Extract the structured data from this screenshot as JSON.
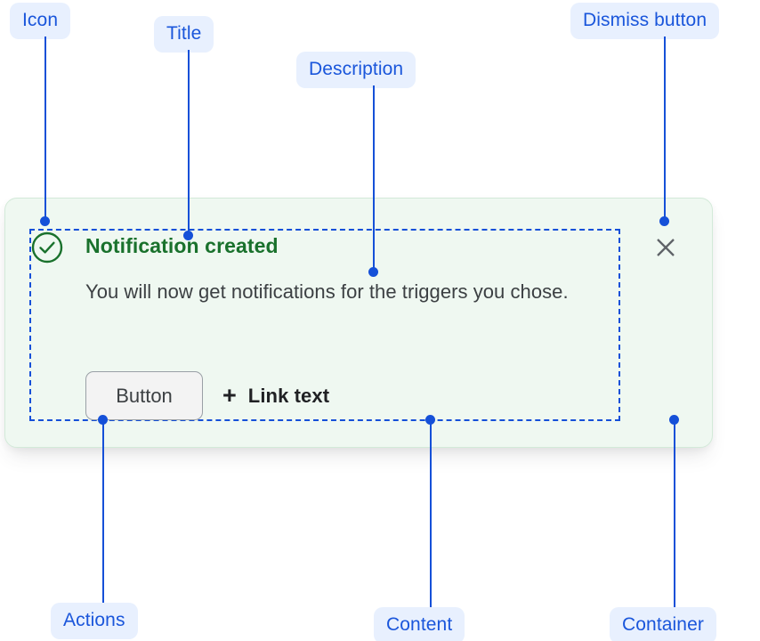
{
  "notification": {
    "icon": "check-circle-icon",
    "title": "Notification created",
    "description": "You will now get notifications for the triggers you chose.",
    "actions": {
      "button_label": "Button",
      "link_plus": "+",
      "link_label": "Link text"
    },
    "dismiss": {
      "icon": "close-icon",
      "label": "×"
    }
  },
  "annotations": [
    {
      "id": "icon",
      "label": "Icon"
    },
    {
      "id": "title",
      "label": "Title"
    },
    {
      "id": "description",
      "label": "Description"
    },
    {
      "id": "dismiss-button",
      "label": "Dismiss button"
    },
    {
      "id": "actions",
      "label": "Actions"
    },
    {
      "id": "content",
      "label": "Content"
    },
    {
      "id": "container",
      "label": "Container"
    }
  ],
  "colors": {
    "annotation_text": "#1550d8",
    "annotation_bg": "#e8f0fe",
    "success_green": "#19712c",
    "container_bg": "#eff8f1",
    "container_border": "#d3ead9",
    "body_text": "#3c4043",
    "dismiss_icon": "#5f6368",
    "button_bg": "#f3f3f3",
    "button_border": "#9aa0a6"
  }
}
